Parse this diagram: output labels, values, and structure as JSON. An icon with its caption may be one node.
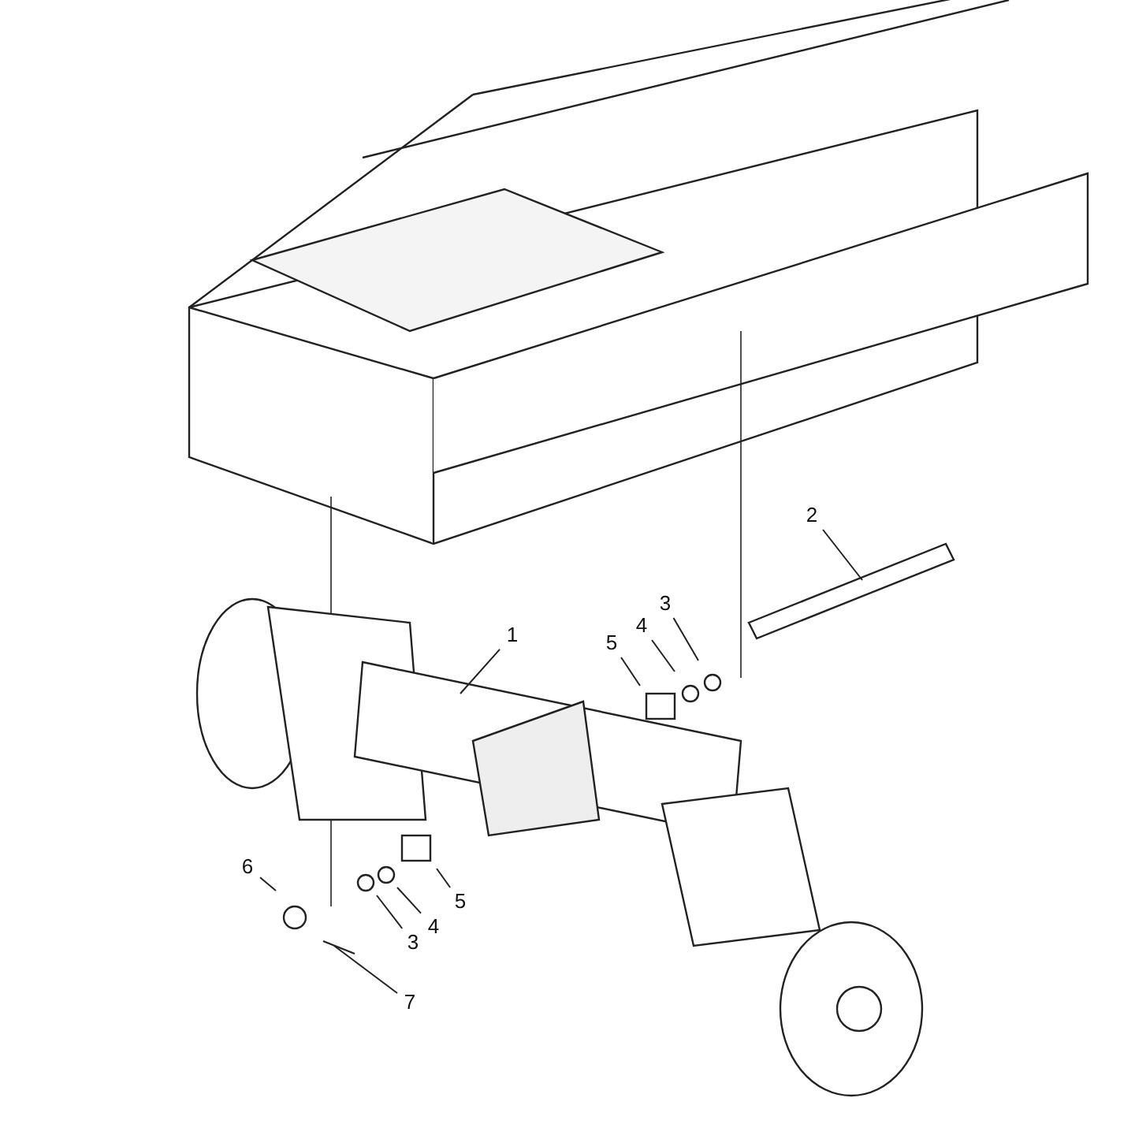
{
  "diagram": {
    "nodes": [
      {
        "text": [
          "1"
        ]
      },
      {
        "text": [
          "2"
        ]
      },
      {
        "text": [
          "3"
        ]
      },
      {
        "text": [
          "4"
        ]
      },
      {
        "text": [
          "5"
        ]
      },
      {
        "text": [
          "6"
        ]
      },
      {
        "text": [
          "5"
        ]
      },
      {
        "text": [
          "4"
        ]
      },
      {
        "text": [
          "3"
        ]
      },
      {
        "text": [
          "7"
        ]
      }
    ],
    "edges": [
      {
        "from": 0,
        "to": null,
        "arrow": "none"
      },
      {
        "from": 1,
        "to": null,
        "arrow": "none"
      },
      {
        "from": 2,
        "to": null,
        "arrow": "none"
      },
      {
        "from": 3,
        "to": null,
        "arrow": "none"
      },
      {
        "from": 4,
        "to": null,
        "arrow": "none"
      },
      {
        "from": 5,
        "to": null,
        "arrow": "none"
      },
      {
        "from": 6,
        "to": null,
        "arrow": "none"
      },
      {
        "from": 7,
        "to": null,
        "arrow": "none"
      },
      {
        "from": 8,
        "to": null,
        "arrow": "none"
      },
      {
        "from": 9,
        "to": null,
        "arrow": "none"
      }
    ]
  }
}
